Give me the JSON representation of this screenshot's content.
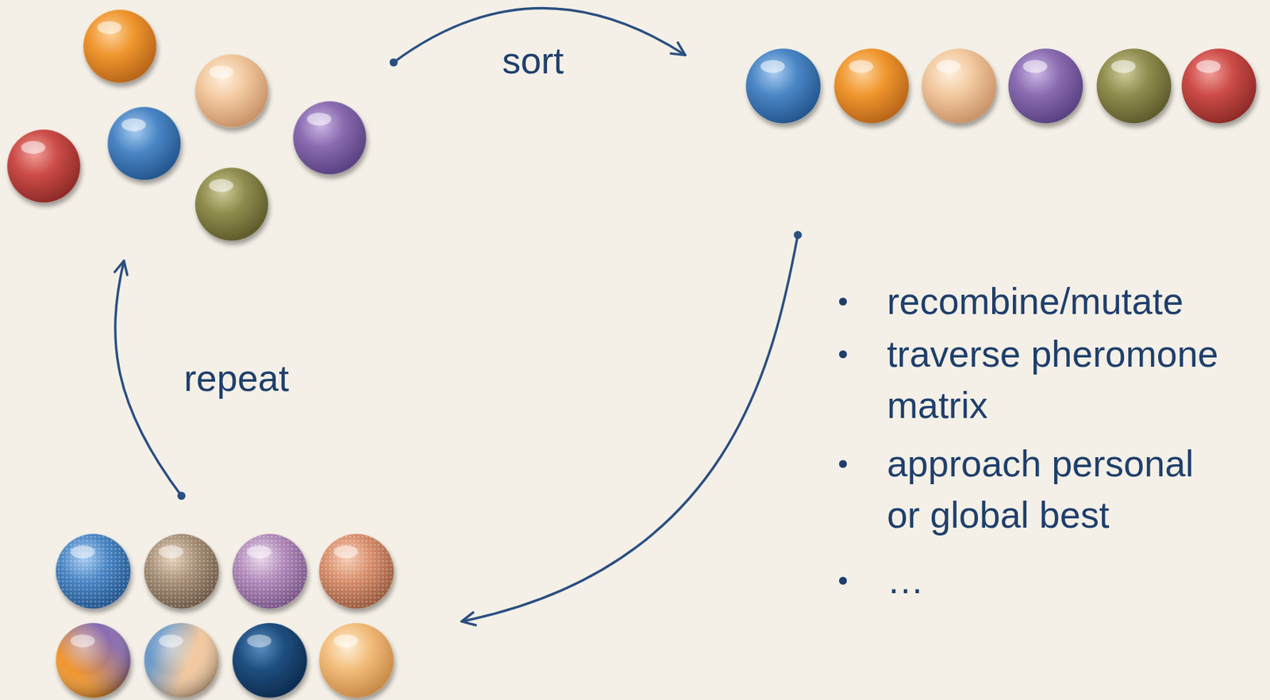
{
  "diagram": {
    "labels": [
      "sort",
      "repeat",
      "recombine/mutate",
      "traverse pheromone matrix",
      "approach personal or global best",
      "…"
    ]
  }
}
